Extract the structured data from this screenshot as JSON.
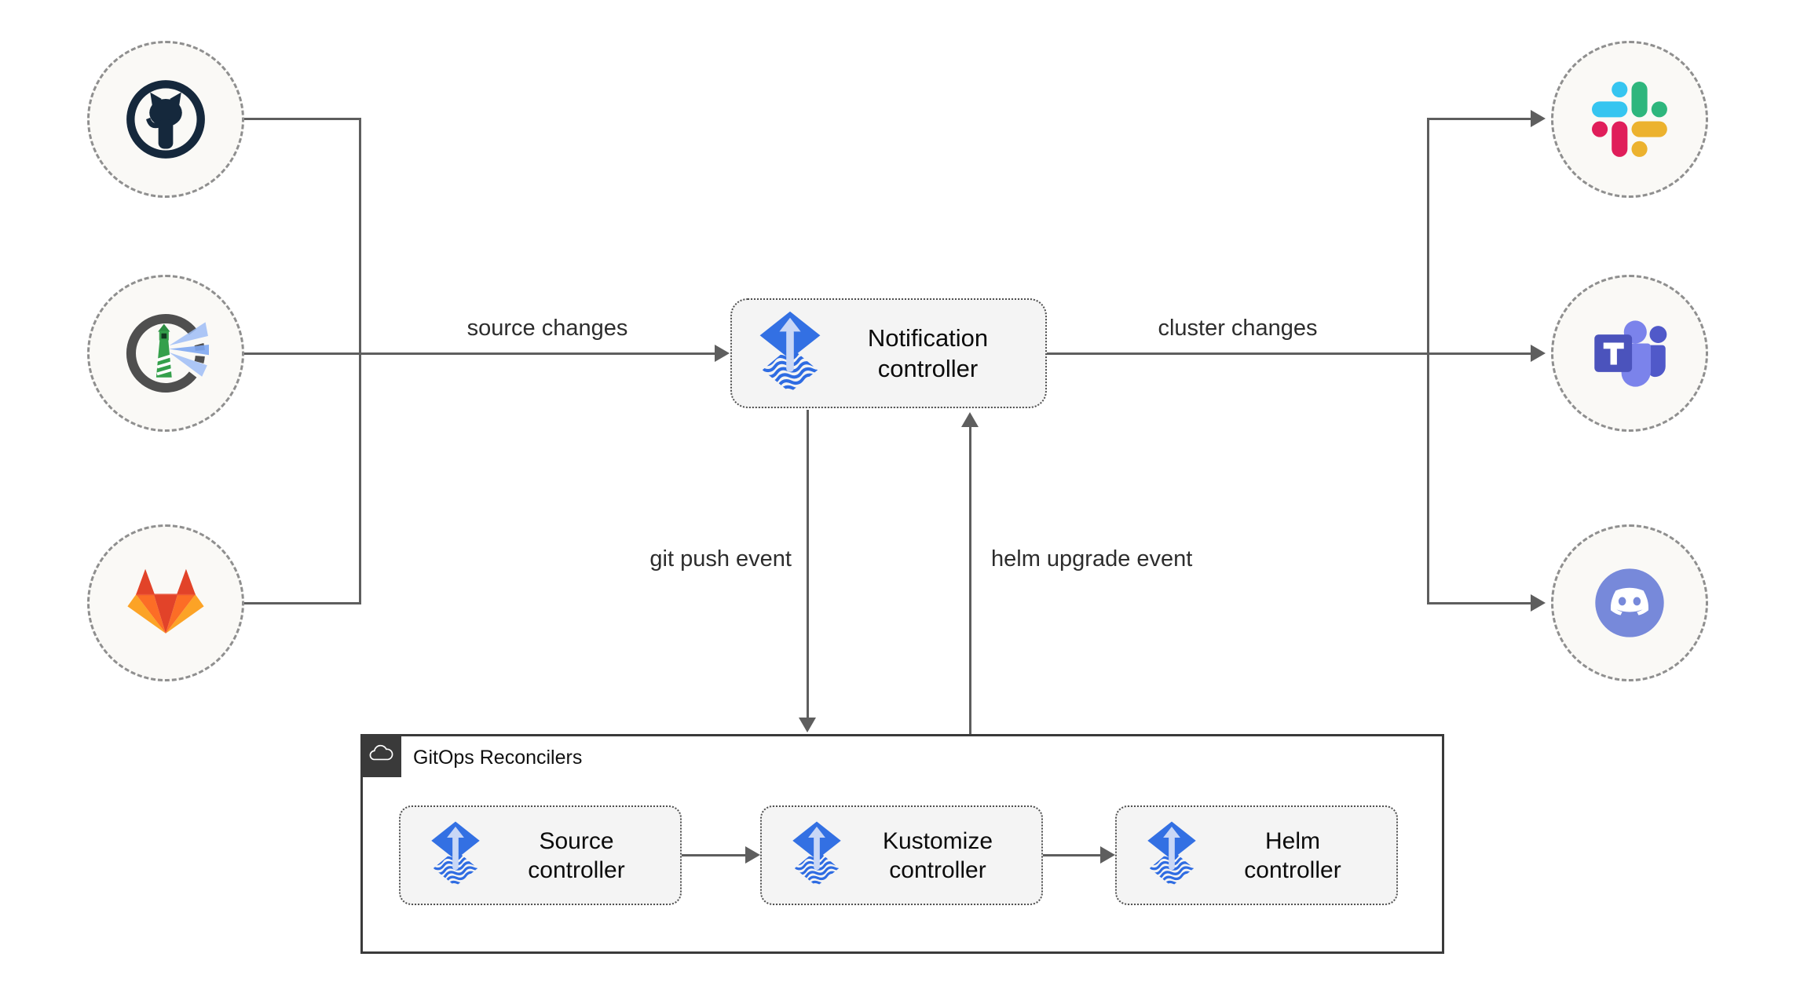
{
  "nodes": {
    "notification": {
      "line1": "Notification",
      "line2": "controller"
    },
    "sources": [
      {
        "icon": "github-icon"
      },
      {
        "icon": "harbor-icon"
      },
      {
        "icon": "gitlab-icon"
      }
    ],
    "alert_providers": [
      {
        "icon": "slack-icon"
      },
      {
        "icon": "teams-icon"
      },
      {
        "icon": "discord-icon"
      }
    ]
  },
  "edges": {
    "source_changes": "source changes",
    "cluster_changes": "cluster changes",
    "git_push_event": "git push event",
    "helm_upgrade_event": "helm upgrade event"
  },
  "reconcilers": {
    "title": "GitOps Reconcilers",
    "items": [
      {
        "line1": "Source",
        "line2": "controller"
      },
      {
        "line1": "Kustomize",
        "line2": "controller"
      },
      {
        "line1": "Helm",
        "line2": "controller"
      }
    ]
  },
  "colors": {
    "line": "#5e5e5e",
    "flux_blue": "#3370e3",
    "flux_arrow_light": "#c9d7f6",
    "box_fill": "#f4f4f4",
    "circle_fill": "#faf9f6",
    "container_border": "#3a3a3a",
    "github_dark": "#15283c",
    "harbor_ring": "#4f4f4f",
    "harbor_green": "#34a04b",
    "harbor_beam": "#8fb2f3",
    "gitlab_red": "#e24329",
    "gitlab_orange": "#fc6d26",
    "gitlab_amber": "#fca326",
    "slack_blue": "#36c5f0",
    "slack_green": "#2eb67d",
    "slack_yellow": "#ecb22e",
    "slack_pink": "#e01e5a",
    "teams_dark": "#4b53bc",
    "teams_mid": "#5059c9",
    "teams_light": "#7b83eb",
    "discord_blurple": "#7789da"
  }
}
